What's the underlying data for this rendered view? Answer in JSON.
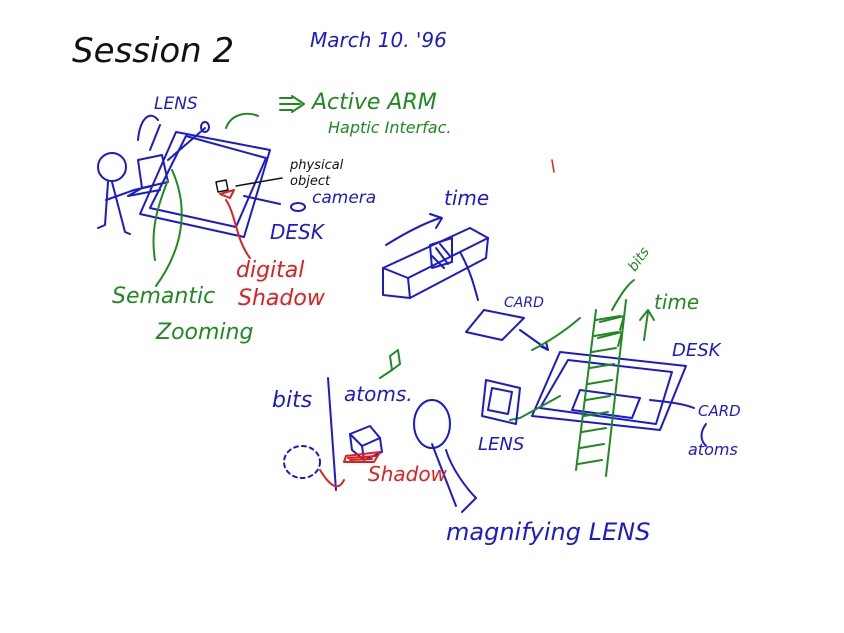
{
  "header": {
    "title": "Session 2",
    "date": "March 10. '96"
  },
  "labels": {
    "lens": "LENS",
    "active_arm": "Active ARM",
    "haptic_interface": "Haptic Interfac.",
    "physical_object": "physical object",
    "camera": "camera",
    "desk": "DESK",
    "digital_shadow_1": "digital",
    "digital_shadow_2": "Shadow",
    "semantic": "Semantic",
    "zooming": "Zooming",
    "time_top": "time",
    "card_mid": "CARD",
    "bits_right": "bits",
    "time_right": "time",
    "desk_right": "DESK",
    "card_right": "CARD",
    "atoms_right": "atoms",
    "lens_right": "LENS",
    "bits_left": "bits",
    "atoms_left": "atoms.",
    "shadow": "Shadow",
    "magnifying_lens": "magnifying LENS"
  },
  "colors": {
    "ink_black": "#111111",
    "ink_blue": "#1a1ad0",
    "ink_green": "#1f8a1f",
    "ink_red": "#e0201e",
    "paper": "#ffffff"
  }
}
